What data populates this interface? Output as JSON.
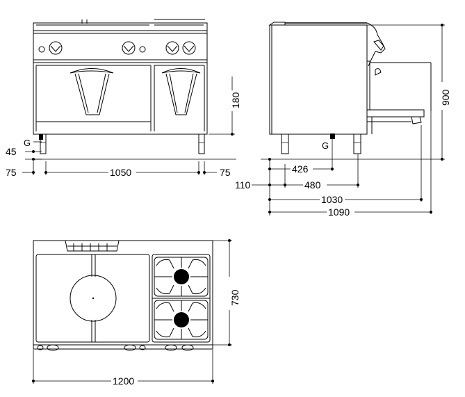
{
  "front_view": {
    "dims": {
      "width": "1050",
      "side_left": "75",
      "side_right": "75",
      "foot_height": "45",
      "gas_marker": "G",
      "height_lower": "180"
    }
  },
  "side_view": {
    "dims": {
      "height": "900",
      "gas_x": "426",
      "foot_x": "480",
      "offset": "110",
      "depth_body": "1030",
      "depth_total": "1090",
      "gas_marker": "G"
    }
  },
  "top_view": {
    "dims": {
      "width": "1200",
      "depth": "730"
    }
  }
}
